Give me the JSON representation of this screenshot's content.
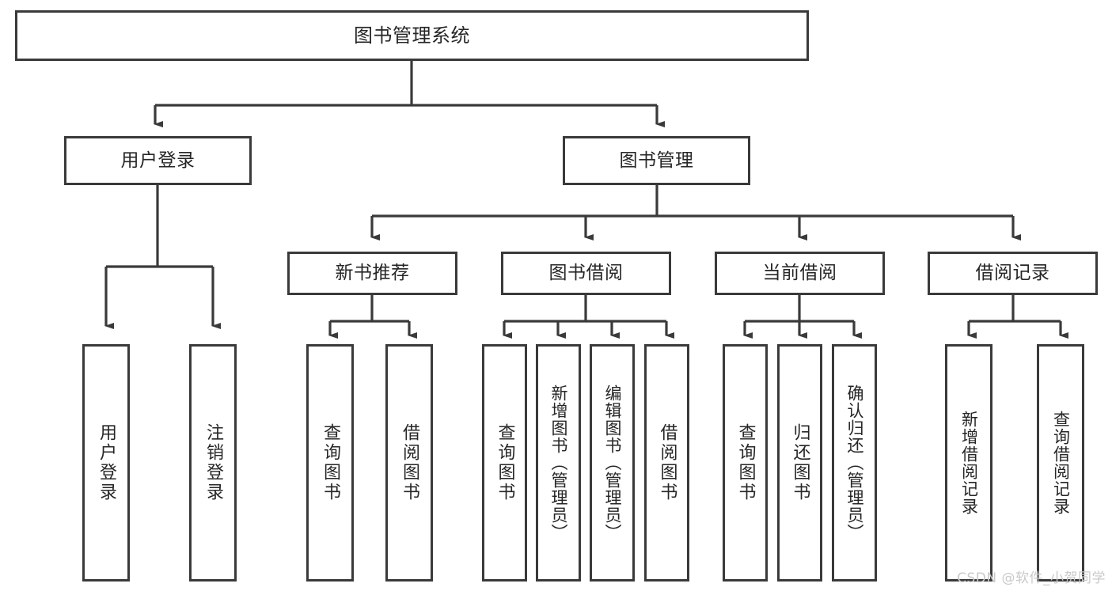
{
  "diagram": {
    "title": "图书管理系统",
    "type": "tree-hierarchy",
    "line_color": "#3a3a3a",
    "box_fill": "#ffffff",
    "text_color": "#262626",
    "watermark": "CSDN @软件_小贺同学",
    "watermark_color": "#c9c9c9"
  },
  "nodes": {
    "root": {
      "label": "图书管理系统"
    },
    "level1": [
      {
        "id": "user-login",
        "label": "用户登录"
      },
      {
        "id": "book-manage",
        "label": "图书管理"
      }
    ],
    "level2": [
      {
        "id": "new-book-recommend",
        "label": "新书推荐"
      },
      {
        "id": "book-borrow",
        "label": "图书借阅"
      },
      {
        "id": "current-borrow",
        "label": "当前借阅"
      },
      {
        "id": "borrow-record",
        "label": "借阅记录"
      }
    ],
    "leaves": {
      "user_login": [
        {
          "id": "leaf-user-login",
          "label": "用户登录"
        },
        {
          "id": "leaf-logout-login",
          "label": "注销登录"
        }
      ],
      "new_book_recommend": [
        {
          "id": "leaf-query-book-1",
          "label": "查询图书"
        },
        {
          "id": "leaf-borrow-book-1",
          "label": "借阅图书"
        }
      ],
      "book_borrow": [
        {
          "id": "leaf-query-book-2",
          "label": "查询图书"
        },
        {
          "id": "leaf-add-book",
          "label": "新增图书（管理员）"
        },
        {
          "id": "leaf-edit-book",
          "label": "编辑图书（管理员）"
        },
        {
          "id": "leaf-borrow-book-2",
          "label": "借阅图书"
        }
      ],
      "current_borrow": [
        {
          "id": "leaf-query-book-3",
          "label": "查询图书"
        },
        {
          "id": "leaf-return-book",
          "label": "归还图书"
        },
        {
          "id": "leaf-confirm-return",
          "label": "确认归还（管理员）"
        }
      ],
      "borrow_record": [
        {
          "id": "leaf-add-record",
          "label": "新增借阅记录"
        },
        {
          "id": "leaf-query-record",
          "label": "查询借阅记录"
        }
      ]
    }
  }
}
